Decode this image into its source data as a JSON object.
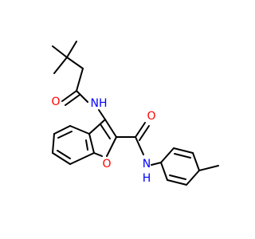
{
  "molecule": {
    "atoms": {
      "amide_o1": "O",
      "amide_nh1": "NH",
      "furan_o": "O",
      "amide_o2": "O",
      "amide_nh2": "N",
      "amide_nh2_h": "H"
    },
    "colors": {
      "bond": "#000000",
      "oxygen": "#ff0000",
      "nitrogen": "#0000ff"
    }
  }
}
